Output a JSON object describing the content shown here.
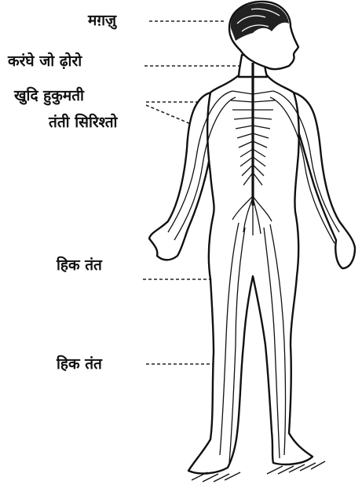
{
  "labels": {
    "brain": "मग़ज़ु",
    "spinal_cord": "करंघे जो ढ़ोरो",
    "autonomic_line1": "खुदि हुकुमती",
    "autonomic_line2": "तंती सिरिश्तो",
    "nerve_upper": "हिक  तंत",
    "nerve_lower": "हिक  तंत"
  }
}
